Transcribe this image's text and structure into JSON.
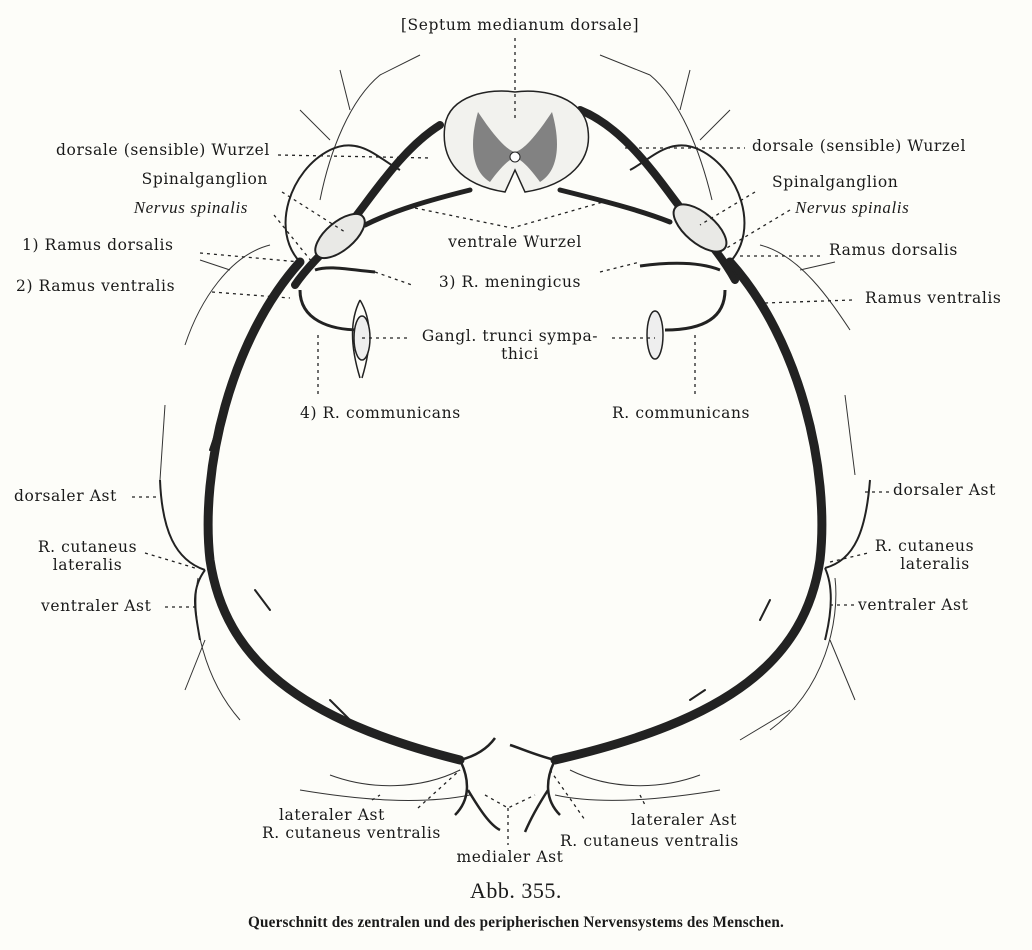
{
  "figure": {
    "number": "Abb. 355.",
    "caption": "Querschnitt des zentralen und des peripherischen Nervensystems des Menschen.",
    "labels": {
      "septum": "[Septum medianum dorsale]",
      "dorsal_root_left": "dorsale (sensible) Wurzel",
      "dorsal_root_right": "dorsale (sensible) Wurzel",
      "spinal_ganglion_left": "Spinalganglion",
      "spinal_ganglion_right": "Spinalganglion",
      "spinal_nerve_left": "Nervus spinalis",
      "spinal_nerve_right": "Nervus spinalis",
      "ramus_dorsalis_left": "1) Ramus dorsalis",
      "ramus_dorsalis_right": "Ramus dorsalis",
      "ramus_ventralis_left": "2) Ramus ventralis",
      "ramus_ventralis_right": "Ramus ventralis",
      "ventral_root": "ventrale Wurzel",
      "meningeal": "3) R. meningicus",
      "sympathetic_ganglion_line1": "Gangl. trunci sympa-",
      "sympathetic_ganglion_line2": "thici",
      "communicans_left": "4) R. communicans",
      "communicans_right": "R. communicans",
      "dorsal_branch_left": "dorsaler Ast",
      "dorsal_branch_right": "dorsaler Ast",
      "lateral_cutaneous_left_1": "R. cutaneus",
      "lateral_cutaneous_left_2": "lateralis",
      "lateral_cutaneous_right_1": "R. cutaneus",
      "lateral_cutaneous_right_2": "lateralis",
      "ventral_branch_left": "ventraler Ast",
      "ventral_branch_right": "ventraler Ast",
      "lateral_branch_left": "lateraler Ast",
      "lateral_branch_right": "lateraler Ast",
      "ventral_cutaneous_left": "R. cutaneus ventralis",
      "ventral_cutaneous_right": "R. cutaneus ventralis",
      "medial_branch": "medialer Ast"
    }
  },
  "colors": {
    "paper": "#fdfdf9",
    "ink": "#1a1a1a",
    "grey_matter": "#6e6e6e",
    "white_matter": "#f2f2ee"
  }
}
